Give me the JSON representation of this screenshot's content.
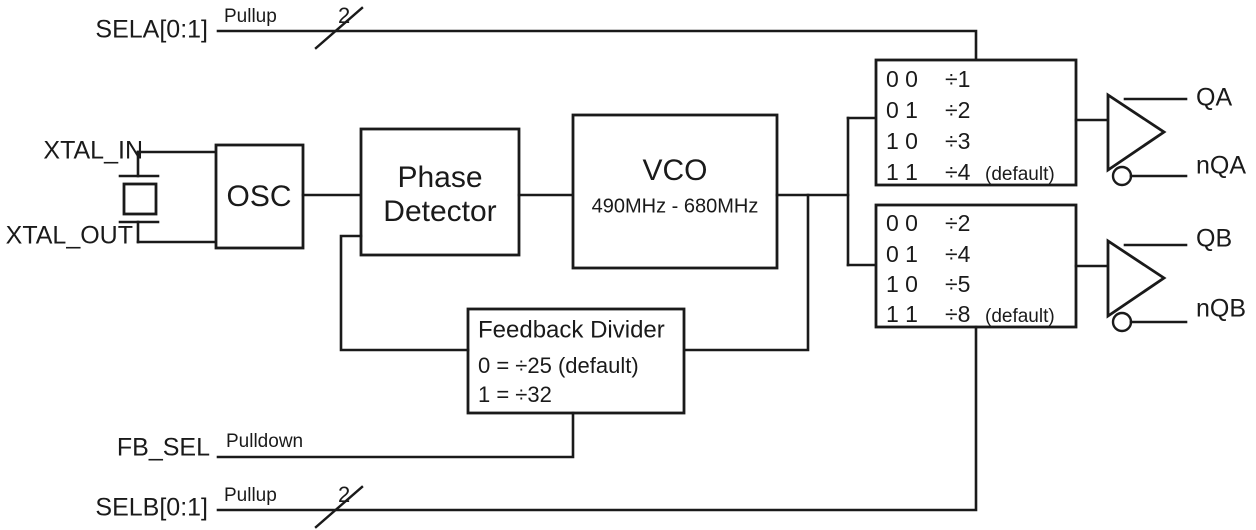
{
  "diagram": {
    "title": "PLL clock generator block diagram",
    "stroke_color": "#1a1a1a",
    "background_color": "#ffffff"
  },
  "inputs": {
    "sela": {
      "label": "SELA[0:1]",
      "annotation": "Pullup",
      "bus_width": "2"
    },
    "xtal_in": {
      "label": "XTAL_IN"
    },
    "xtal_out": {
      "label": "XTAL_OUT"
    },
    "fb_sel": {
      "label": "FB_SEL",
      "annotation": "Pulldown"
    },
    "selb": {
      "label": "SELB[0:1]",
      "annotation": "Pullup",
      "bus_width": "2"
    }
  },
  "blocks": {
    "osc": {
      "label": "OSC"
    },
    "phase_detector": {
      "line1": "Phase",
      "line2": "Detector"
    },
    "vco": {
      "label": "VCO",
      "range": "490MHz - 680MHz"
    },
    "feedback_divider": {
      "title": "Feedback Divider",
      "option0": "0 = ÷25 (default)",
      "option1": "1 = ÷32"
    },
    "divider_a": {
      "rows": [
        {
          "code": "0 0",
          "ratio": "÷1",
          "note": ""
        },
        {
          "code": "0 1",
          "ratio": "÷2",
          "note": ""
        },
        {
          "code": "1 0",
          "ratio": "÷3",
          "note": ""
        },
        {
          "code": "1 1",
          "ratio": "÷4",
          "note": "(default)"
        }
      ]
    },
    "divider_b": {
      "rows": [
        {
          "code": "0 0",
          "ratio": "÷2",
          "note": ""
        },
        {
          "code": "0 1",
          "ratio": "÷4",
          "note": ""
        },
        {
          "code": "1 0",
          "ratio": "÷5",
          "note": ""
        },
        {
          "code": "1 1",
          "ratio": "÷8",
          "note": "(default)"
        }
      ]
    }
  },
  "outputs": {
    "qa": {
      "label": "QA"
    },
    "nqa": {
      "label": "nQA"
    },
    "qb": {
      "label": "QB"
    },
    "nqb": {
      "label": "nQB"
    }
  }
}
